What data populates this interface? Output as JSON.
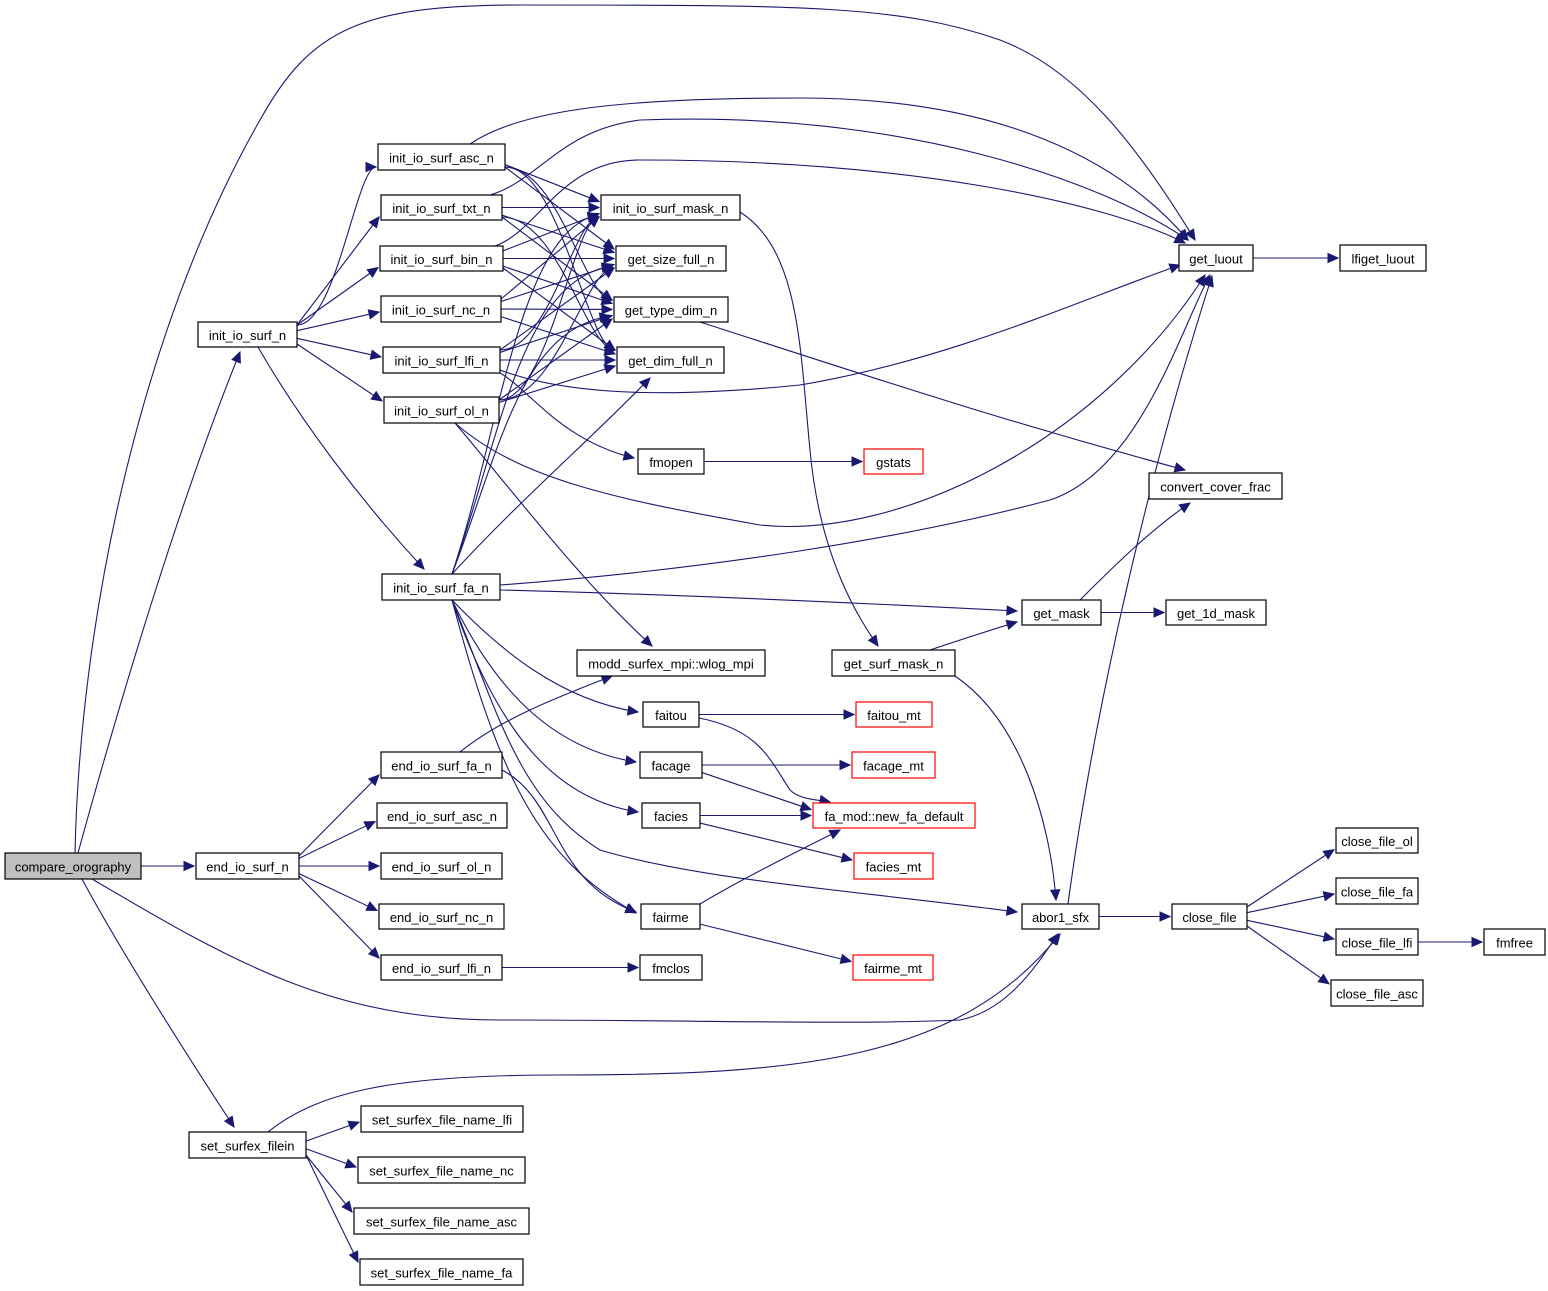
{
  "graph": {
    "type": "call-graph",
    "root": "compare_orography",
    "colors": {
      "edge": "#191970",
      "node_border": "#000000",
      "root_fill": "#bfbfbf",
      "external_border": "#ff0000"
    },
    "nodes": [
      {
        "id": "compare_orography",
        "label": "compare_orography",
        "style": "root"
      },
      {
        "id": "init_io_surf_n",
        "label": "init_io_surf_n",
        "style": "normal"
      },
      {
        "id": "init_io_surf_asc_n",
        "label": "init_io_surf_asc_n",
        "style": "normal"
      },
      {
        "id": "init_io_surf_txt_n",
        "label": "init_io_surf_txt_n",
        "style": "normal"
      },
      {
        "id": "init_io_surf_bin_n",
        "label": "init_io_surf_bin_n",
        "style": "normal"
      },
      {
        "id": "init_io_surf_nc_n",
        "label": "init_io_surf_nc_n",
        "style": "normal"
      },
      {
        "id": "init_io_surf_lfi_n",
        "label": "init_io_surf_lfi_n",
        "style": "normal"
      },
      {
        "id": "init_io_surf_ol_n",
        "label": "init_io_surf_ol_n",
        "style": "normal"
      },
      {
        "id": "init_io_surf_fa_n",
        "label": "init_io_surf_fa_n",
        "style": "normal"
      },
      {
        "id": "init_io_surf_mask_n",
        "label": "init_io_surf_mask_n",
        "style": "normal"
      },
      {
        "id": "get_size_full_n",
        "label": "get_size_full_n",
        "style": "normal"
      },
      {
        "id": "get_type_dim_n",
        "label": "get_type_dim_n",
        "style": "normal"
      },
      {
        "id": "get_dim_full_n",
        "label": "get_dim_full_n",
        "style": "normal"
      },
      {
        "id": "get_luout",
        "label": "get_luout",
        "style": "normal"
      },
      {
        "id": "lfiget_luout",
        "label": "lfiget_luout",
        "style": "normal"
      },
      {
        "id": "fmopen",
        "label": "fmopen",
        "style": "normal"
      },
      {
        "id": "gstats",
        "label": "gstats",
        "style": "external"
      },
      {
        "id": "convert_cover_frac",
        "label": "convert_cover_frac",
        "style": "normal"
      },
      {
        "id": "get_mask",
        "label": "get_mask",
        "style": "normal"
      },
      {
        "id": "get_1d_mask",
        "label": "get_1d_mask",
        "style": "normal"
      },
      {
        "id": "wlog_mpi",
        "label": "modd_surfex_mpi::wlog_mpi",
        "style": "normal"
      },
      {
        "id": "get_surf_mask_n",
        "label": "get_surf_mask_n",
        "style": "normal"
      },
      {
        "id": "faitou",
        "label": "faitou",
        "style": "normal"
      },
      {
        "id": "faitou_mt",
        "label": "faitou_mt",
        "style": "external"
      },
      {
        "id": "facage",
        "label": "facage",
        "style": "normal"
      },
      {
        "id": "facage_mt",
        "label": "facage_mt",
        "style": "external"
      },
      {
        "id": "facies",
        "label": "facies",
        "style": "normal"
      },
      {
        "id": "new_fa_default",
        "label": "fa_mod::new_fa_default",
        "style": "external"
      },
      {
        "id": "facies_mt",
        "label": "facies_mt",
        "style": "external"
      },
      {
        "id": "fairme",
        "label": "fairme",
        "style": "normal"
      },
      {
        "id": "fairme_mt",
        "label": "fairme_mt",
        "style": "external"
      },
      {
        "id": "fmclos",
        "label": "fmclos",
        "style": "normal"
      },
      {
        "id": "end_io_surf_n",
        "label": "end_io_surf_n",
        "style": "normal"
      },
      {
        "id": "end_io_surf_fa_n",
        "label": "end_io_surf_fa_n",
        "style": "normal"
      },
      {
        "id": "end_io_surf_asc_n",
        "label": "end_io_surf_asc_n",
        "style": "normal"
      },
      {
        "id": "end_io_surf_ol_n",
        "label": "end_io_surf_ol_n",
        "style": "normal"
      },
      {
        "id": "end_io_surf_nc_n",
        "label": "end_io_surf_nc_n",
        "style": "normal"
      },
      {
        "id": "end_io_surf_lfi_n",
        "label": "end_io_surf_lfi_n",
        "style": "normal"
      },
      {
        "id": "abor1_sfx",
        "label": "abor1_sfx",
        "style": "normal"
      },
      {
        "id": "close_file",
        "label": "close_file",
        "style": "normal"
      },
      {
        "id": "close_file_ol",
        "label": "close_file_ol",
        "style": "normal"
      },
      {
        "id": "close_file_fa",
        "label": "close_file_fa",
        "style": "normal"
      },
      {
        "id": "close_file_lfi",
        "label": "close_file_lfi",
        "style": "normal"
      },
      {
        "id": "close_file_asc",
        "label": "close_file_asc",
        "style": "normal"
      },
      {
        "id": "fmfree",
        "label": "fmfree",
        "style": "normal"
      },
      {
        "id": "set_surfex_filein",
        "label": "set_surfex_filein",
        "style": "normal"
      },
      {
        "id": "set_surfex_file_name_lfi",
        "label": "set_surfex_file_name_lfi",
        "style": "normal"
      },
      {
        "id": "set_surfex_file_name_nc",
        "label": "set_surfex_file_name_nc",
        "style": "normal"
      },
      {
        "id": "set_surfex_file_name_asc",
        "label": "set_surfex_file_name_asc",
        "style": "normal"
      },
      {
        "id": "set_surfex_file_name_fa",
        "label": "set_surfex_file_name_fa",
        "style": "normal"
      }
    ],
    "edges": [
      [
        "compare_orography",
        "get_luout"
      ],
      [
        "compare_orography",
        "init_io_surf_n"
      ],
      [
        "compare_orography",
        "end_io_surf_n"
      ],
      [
        "compare_orography",
        "abor1_sfx"
      ],
      [
        "compare_orography",
        "set_surfex_filein"
      ],
      [
        "init_io_surf_n",
        "init_io_surf_asc_n"
      ],
      [
        "init_io_surf_n",
        "init_io_surf_txt_n"
      ],
      [
        "init_io_surf_n",
        "init_io_surf_bin_n"
      ],
      [
        "init_io_surf_n",
        "init_io_surf_nc_n"
      ],
      [
        "init_io_surf_n",
        "init_io_surf_lfi_n"
      ],
      [
        "init_io_surf_n",
        "init_io_surf_ol_n"
      ],
      [
        "init_io_surf_n",
        "init_io_surf_fa_n"
      ],
      [
        "init_io_surf_asc_n",
        "get_luout"
      ],
      [
        "init_io_surf_asc_n",
        "init_io_surf_mask_n"
      ],
      [
        "init_io_surf_asc_n",
        "get_size_full_n"
      ],
      [
        "init_io_surf_asc_n",
        "get_type_dim_n"
      ],
      [
        "init_io_surf_asc_n",
        "get_dim_full_n"
      ],
      [
        "init_io_surf_txt_n",
        "get_luout"
      ],
      [
        "init_io_surf_txt_n",
        "init_io_surf_mask_n"
      ],
      [
        "init_io_surf_txt_n",
        "get_size_full_n"
      ],
      [
        "init_io_surf_txt_n",
        "get_type_dim_n"
      ],
      [
        "init_io_surf_txt_n",
        "get_dim_full_n"
      ],
      [
        "init_io_surf_bin_n",
        "get_luout"
      ],
      [
        "init_io_surf_bin_n",
        "init_io_surf_mask_n"
      ],
      [
        "init_io_surf_bin_n",
        "get_size_full_n"
      ],
      [
        "init_io_surf_bin_n",
        "get_type_dim_n"
      ],
      [
        "init_io_surf_bin_n",
        "get_dim_full_n"
      ],
      [
        "init_io_surf_nc_n",
        "init_io_surf_mask_n"
      ],
      [
        "init_io_surf_nc_n",
        "get_size_full_n"
      ],
      [
        "init_io_surf_nc_n",
        "get_type_dim_n"
      ],
      [
        "init_io_surf_nc_n",
        "get_dim_full_n"
      ],
      [
        "init_io_surf_lfi_n",
        "get_luout"
      ],
      [
        "init_io_surf_lfi_n",
        "init_io_surf_mask_n"
      ],
      [
        "init_io_surf_lfi_n",
        "get_size_full_n"
      ],
      [
        "init_io_surf_lfi_n",
        "get_type_dim_n"
      ],
      [
        "init_io_surf_lfi_n",
        "get_dim_full_n"
      ],
      [
        "init_io_surf_lfi_n",
        "fmopen"
      ],
      [
        "init_io_surf_ol_n",
        "get_luout"
      ],
      [
        "init_io_surf_ol_n",
        "init_io_surf_mask_n"
      ],
      [
        "init_io_surf_ol_n",
        "get_size_full_n"
      ],
      [
        "init_io_surf_ol_n",
        "get_type_dim_n"
      ],
      [
        "init_io_surf_ol_n",
        "get_dim_full_n"
      ],
      [
        "init_io_surf_ol_n",
        "wlog_mpi"
      ],
      [
        "init_io_surf_fa_n",
        "get_luout"
      ],
      [
        "init_io_surf_fa_n",
        "init_io_surf_mask_n"
      ],
      [
        "init_io_surf_fa_n",
        "get_size_full_n"
      ],
      [
        "init_io_surf_fa_n",
        "get_type_dim_n"
      ],
      [
        "init_io_surf_fa_n",
        "get_dim_full_n"
      ],
      [
        "init_io_surf_fa_n",
        "get_mask"
      ],
      [
        "init_io_surf_fa_n",
        "faitou"
      ],
      [
        "init_io_surf_fa_n",
        "facage"
      ],
      [
        "init_io_surf_fa_n",
        "facies"
      ],
      [
        "init_io_surf_fa_n",
        "fairme"
      ],
      [
        "init_io_surf_fa_n",
        "abor1_sfx"
      ],
      [
        "init_io_surf_mask_n",
        "get_surf_mask_n"
      ],
      [
        "get_type_dim_n",
        "convert_cover_frac"
      ],
      [
        "get_luout",
        "lfiget_luout"
      ],
      [
        "fmopen",
        "gstats"
      ],
      [
        "get_mask",
        "convert_cover_frac"
      ],
      [
        "get_mask",
        "get_1d_mask"
      ],
      [
        "get_surf_mask_n",
        "get_mask"
      ],
      [
        "get_surf_mask_n",
        "abor1_sfx"
      ],
      [
        "faitou",
        "faitou_mt"
      ],
      [
        "faitou",
        "new_fa_default"
      ],
      [
        "facage",
        "facage_mt"
      ],
      [
        "facage",
        "new_fa_default"
      ],
      [
        "facies",
        "new_fa_default"
      ],
      [
        "facies",
        "facies_mt"
      ],
      [
        "fairme",
        "new_fa_default"
      ],
      [
        "fairme",
        "fairme_mt"
      ],
      [
        "end_io_surf_n",
        "end_io_surf_fa_n"
      ],
      [
        "end_io_surf_n",
        "end_io_surf_asc_n"
      ],
      [
        "end_io_surf_n",
        "end_io_surf_ol_n"
      ],
      [
        "end_io_surf_n",
        "end_io_surf_nc_n"
      ],
      [
        "end_io_surf_n",
        "end_io_surf_lfi_n"
      ],
      [
        "end_io_surf_fa_n",
        "wlog_mpi"
      ],
      [
        "end_io_surf_fa_n",
        "fairme"
      ],
      [
        "end_io_surf_lfi_n",
        "fmclos"
      ],
      [
        "abor1_sfx",
        "get_luout"
      ],
      [
        "abor1_sfx",
        "close_file"
      ],
      [
        "close_file",
        "close_file_ol"
      ],
      [
        "close_file",
        "close_file_fa"
      ],
      [
        "close_file",
        "close_file_lfi"
      ],
      [
        "close_file",
        "close_file_asc"
      ],
      [
        "close_file_lfi",
        "fmfree"
      ],
      [
        "set_surfex_filein",
        "abor1_sfx"
      ],
      [
        "set_surfex_filein",
        "set_surfex_file_name_lfi"
      ],
      [
        "set_surfex_filein",
        "set_surfex_file_name_nc"
      ],
      [
        "set_surfex_filein",
        "set_surfex_file_name_asc"
      ],
      [
        "set_surfex_filein",
        "set_surfex_file_name_fa"
      ]
    ]
  }
}
